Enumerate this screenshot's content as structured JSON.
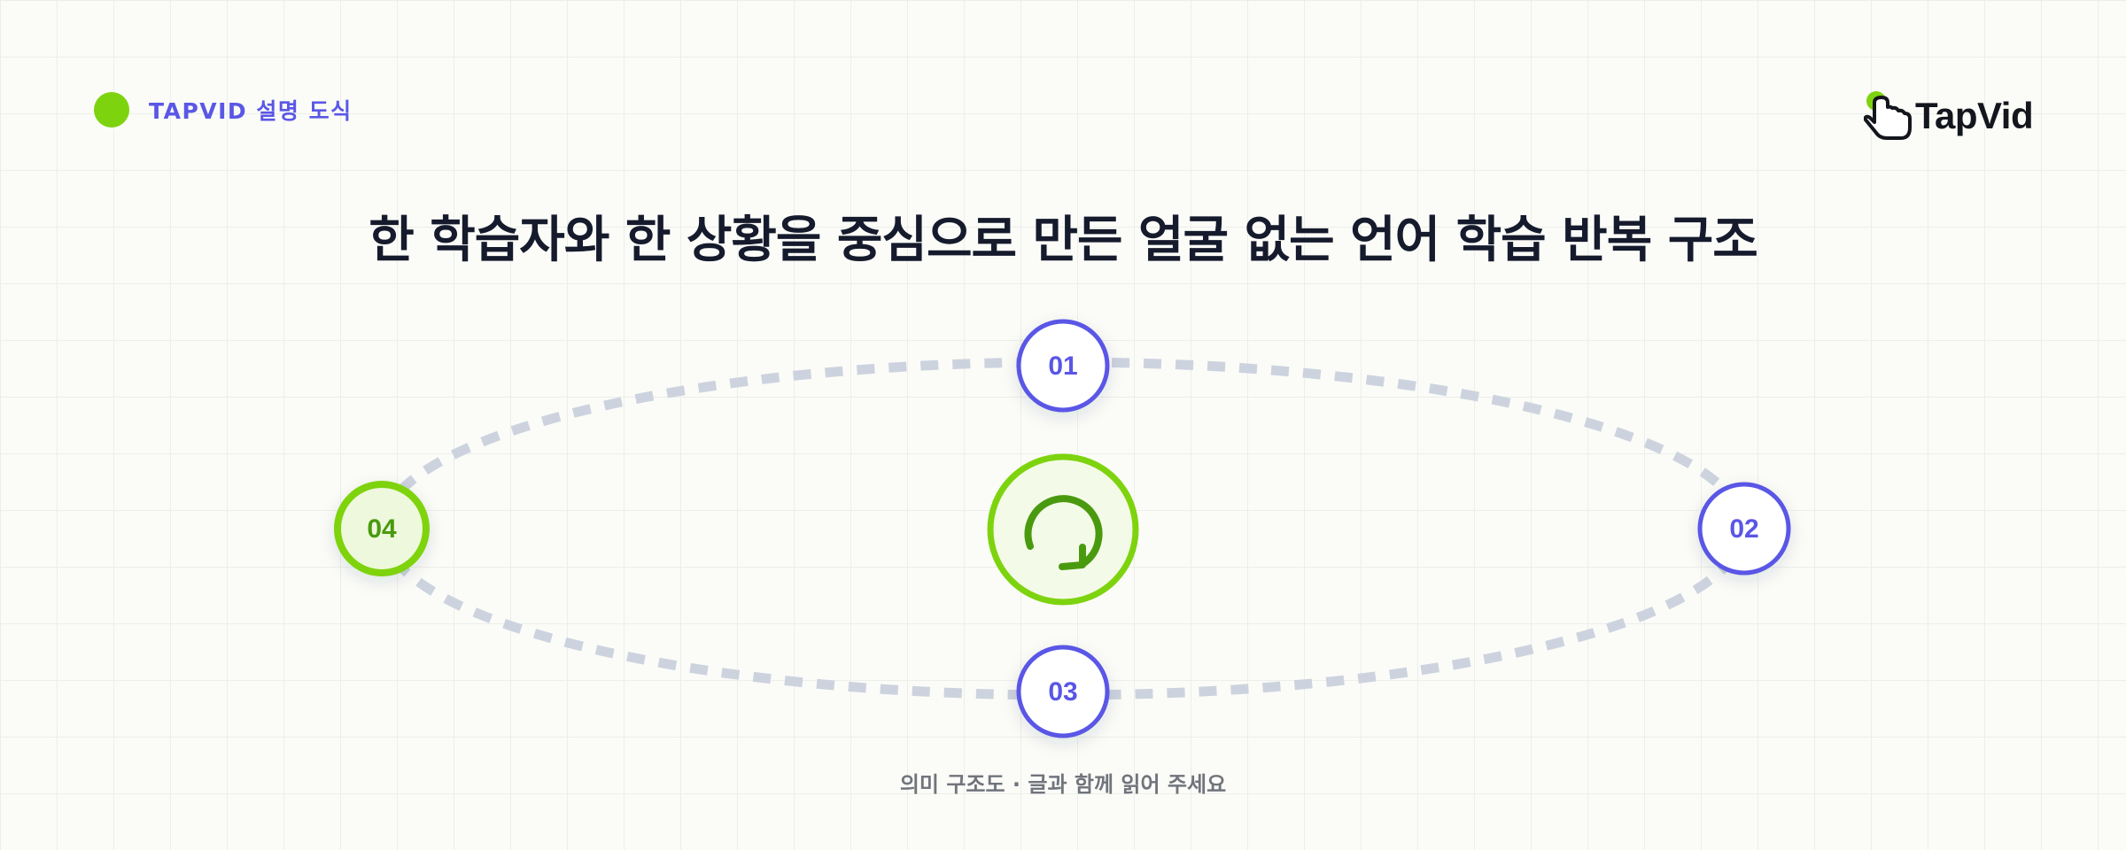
{
  "header": {
    "tag_label": "TAPVID 설명 도식",
    "logo_text": "TapVid"
  },
  "title": "한 학습자와 한 상황을 중심으로 만든 얼굴 없는 언어 학습 반복 구조",
  "diagram": {
    "center_icon": "refresh-cycle-icon",
    "nodes": [
      {
        "label": "01",
        "state": "default"
      },
      {
        "label": "02",
        "state": "default"
      },
      {
        "label": "03",
        "state": "default"
      },
      {
        "label": "04",
        "state": "active"
      }
    ]
  },
  "caption": "의미 구조도 · 글과 함께 읽어 주세요",
  "colors": {
    "accent_green": "#7ed30f",
    "dark_green": "#4a9a10",
    "accent_purple": "#5a57e6",
    "path_gray": "#cdd3de",
    "title_dark": "#151b2c"
  }
}
